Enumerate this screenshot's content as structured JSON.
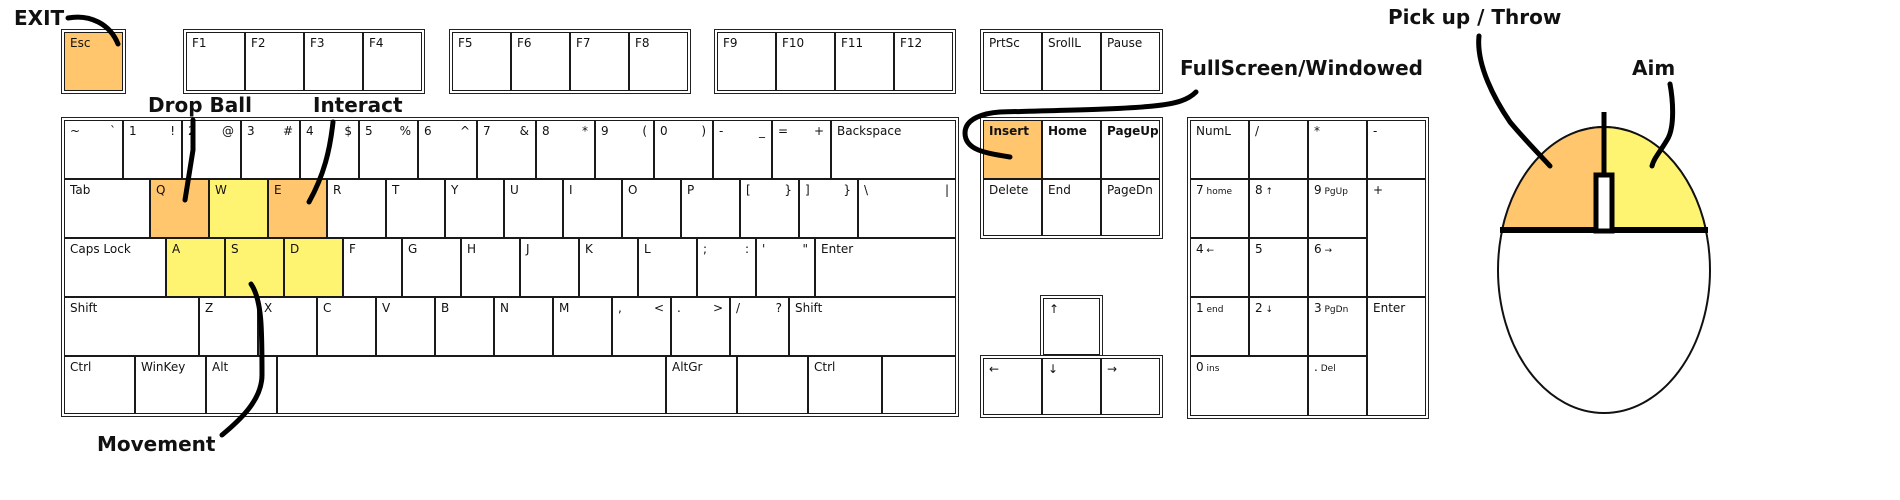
{
  "colors": {
    "primary_action": "#FFC66E",
    "movement": "#FFF472",
    "key_border": "#1a1a1a",
    "ink": "#000000"
  },
  "annotations": {
    "exit": "EXIT",
    "drop_ball": "Drop Ball",
    "interact": "Interact",
    "movement": "Movement",
    "fullscreen": "FullScreen/Windowed",
    "pickup": "Pick up / Throw",
    "aim": "Aim"
  },
  "keys": {
    "esc": {
      "p": "Esc",
      "hl": "primary_action"
    },
    "f1": {
      "p": "F1"
    },
    "f2": {
      "p": "F2"
    },
    "f3": {
      "p": "F3"
    },
    "f4": {
      "p": "F4"
    },
    "f5": {
      "p": "F5"
    },
    "f6": {
      "p": "F6"
    },
    "f7": {
      "p": "F7"
    },
    "f8": {
      "p": "F8"
    },
    "f9": {
      "p": "F9"
    },
    "f10": {
      "p": "F10"
    },
    "f11": {
      "p": "F11"
    },
    "f12": {
      "p": "F12"
    },
    "prtsc": {
      "p": "PrtSc"
    },
    "scrolll": {
      "p": "SrollL"
    },
    "pause": {
      "p": "Pause"
    },
    "tilde": {
      "p": "~",
      "s": "`"
    },
    "d1": {
      "p": "1",
      "s": "!"
    },
    "d2": {
      "p": "2",
      "s": "@"
    },
    "d3": {
      "p": "3",
      "s": "#"
    },
    "d4": {
      "p": "4",
      "s": "$"
    },
    "d5": {
      "p": "5",
      "s": "%"
    },
    "d6": {
      "p": "6",
      "s": "^"
    },
    "d7": {
      "p": "7",
      "s": "&"
    },
    "d8": {
      "p": "8",
      "s": "*"
    },
    "d9": {
      "p": "9",
      "s": "("
    },
    "d0": {
      "p": "0",
      "s": ")"
    },
    "minus": {
      "p": "-",
      "s": "_"
    },
    "equals": {
      "p": "=",
      "s": "+"
    },
    "backspace": {
      "p": "Backspace"
    },
    "tab": {
      "p": "Tab"
    },
    "q": {
      "p": "Q",
      "hl": "primary_action"
    },
    "w": {
      "p": "W",
      "hl": "movement"
    },
    "e": {
      "p": "E",
      "hl": "primary_action"
    },
    "r": {
      "p": "R"
    },
    "t": {
      "p": "T"
    },
    "y": {
      "p": "Y"
    },
    "u": {
      "p": "U"
    },
    "i": {
      "p": "I"
    },
    "o": {
      "p": "O"
    },
    "pk": {
      "p": "P"
    },
    "lbracket": {
      "p": "[",
      "s": "}"
    },
    "rbracket": {
      "p": "]",
      "s": "}"
    },
    "backslash": {
      "p": "\\",
      "s": "|"
    },
    "capslock": {
      "p": "Caps Lock"
    },
    "a": {
      "p": "A",
      "hl": "movement"
    },
    "s": {
      "p": "S",
      "hl": "movement"
    },
    "d": {
      "p": "D",
      "hl": "movement"
    },
    "f": {
      "p": "F"
    },
    "g": {
      "p": "G"
    },
    "h": {
      "p": "H"
    },
    "j": {
      "p": "J"
    },
    "k": {
      "p": "K"
    },
    "l": {
      "p": "L"
    },
    "semicolon": {
      "p": ";",
      "s": ":"
    },
    "quote": {
      "p": "'",
      "s": "\""
    },
    "enter": {
      "p": "Enter"
    },
    "lshift": {
      "p": "Shift"
    },
    "z": {
      "p": "Z"
    },
    "x": {
      "p": "X"
    },
    "c": {
      "p": "C"
    },
    "v": {
      "p": "V"
    },
    "b": {
      "p": "B"
    },
    "n": {
      "p": "N"
    },
    "m": {
      "p": "M"
    },
    "comma": {
      "p": ",",
      "s": "<"
    },
    "period": {
      "p": ".",
      "s": ">"
    },
    "slash": {
      "p": "/",
      "s": "?"
    },
    "rshift": {
      "p": "Shift"
    },
    "lctrl": {
      "p": "Ctrl"
    },
    "winkey": {
      "p": "WinKey"
    },
    "alt": {
      "p": "Alt"
    },
    "space": {
      "p": ""
    },
    "altgr": {
      "p": "AltGr"
    },
    "blank": {
      "p": ""
    },
    "rctrl": {
      "p": "Ctrl"
    },
    "blank2": {
      "p": ""
    },
    "insert": {
      "p": "Insert",
      "hl": "primary_action"
    },
    "home": {
      "p": "Home"
    },
    "pageup": {
      "p": "PageUp"
    },
    "delete": {
      "p": "Delete"
    },
    "end": {
      "p": "End"
    },
    "pagedown": {
      "p": "PageDn"
    },
    "up": {
      "p": "↑"
    },
    "left": {
      "p": "←"
    },
    "down": {
      "p": "↓"
    },
    "right": {
      "p": "→"
    },
    "numl": {
      "p": "NumL"
    },
    "npslash": {
      "p": "/"
    },
    "npstar": {
      "p": "*"
    },
    "npminus": {
      "p": "-"
    },
    "np7": {
      "p": "7",
      "sub": "home"
    },
    "np8": {
      "p": "8",
      "sub": "↑"
    },
    "np9": {
      "p": "9",
      "sub": "PgUp"
    },
    "npplus": {
      "p": "+"
    },
    "np4": {
      "p": "4",
      "sub": "←"
    },
    "np5": {
      "p": "5"
    },
    "np6": {
      "p": "6",
      "sub": "→"
    },
    "np1": {
      "p": "1",
      "sub": "end"
    },
    "np2": {
      "p": "2",
      "sub": "↓"
    },
    "np3": {
      "p": "3",
      "sub": "PgDn"
    },
    "npenter": {
      "p": "Enter"
    },
    "np0": {
      "p": "0",
      "sub": "ins"
    },
    "npdot": {
      "p": ".",
      "sub": "Del"
    }
  },
  "mouse": {
    "left_button": {
      "hl": "primary_action"
    },
    "right_button": {
      "hl": "movement"
    }
  }
}
